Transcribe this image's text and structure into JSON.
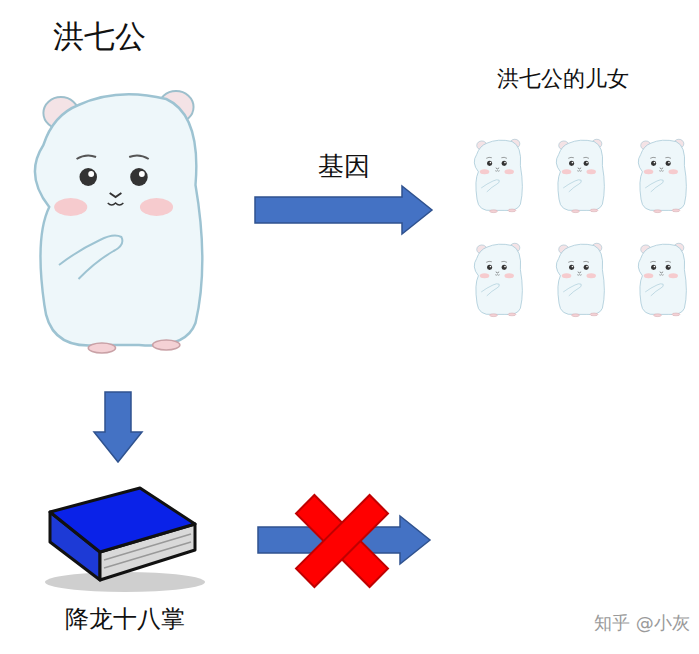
{
  "diagram": {
    "nodes": [
      {
        "text": [
          "洪七公"
        ]
      },
      {
        "text": [
          "洪七公的儿女"
        ]
      },
      {
        "text": [
          "降龙十八掌"
        ]
      }
    ],
    "edges": [
      {
        "from": 0,
        "to": 1,
        "label": "基因",
        "arrow": "to"
      },
      {
        "from": 0,
        "to": 2,
        "arrow": "to"
      }
    ],
    "labels": [
      "知乎 @小灰"
    ]
  }
}
